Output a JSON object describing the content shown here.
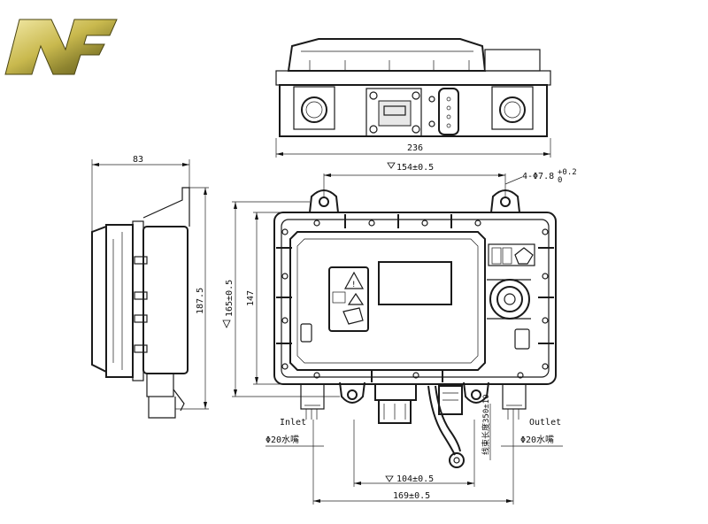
{
  "logo": {
    "text": "NF",
    "colors": {
      "gold_light": "#e8dc8a",
      "gold_dark": "#6b6420"
    }
  },
  "dimensions": {
    "top_width": "236",
    "side_depth": "83",
    "side_height": "187.5",
    "front_width_holes": "154±0.5",
    "hole_spec": "4-Φ7.8",
    "hole_tol": "+0.2",
    "hole_tol2": "0",
    "front_height_outer": "165±0.5",
    "front_height_inner": "147",
    "pipe_spacing": "104±0.5",
    "pipe_total": "169±0.5",
    "cable_length": "线束长度350±10"
  },
  "labels": {
    "inlet": "Inlet",
    "outlet": "Outlet",
    "inlet_pipe": "Φ20水嘴",
    "outlet_pipe": "Φ20水嘴"
  },
  "colors": {
    "line": "#1a1a1a",
    "background": "#ffffff"
  }
}
